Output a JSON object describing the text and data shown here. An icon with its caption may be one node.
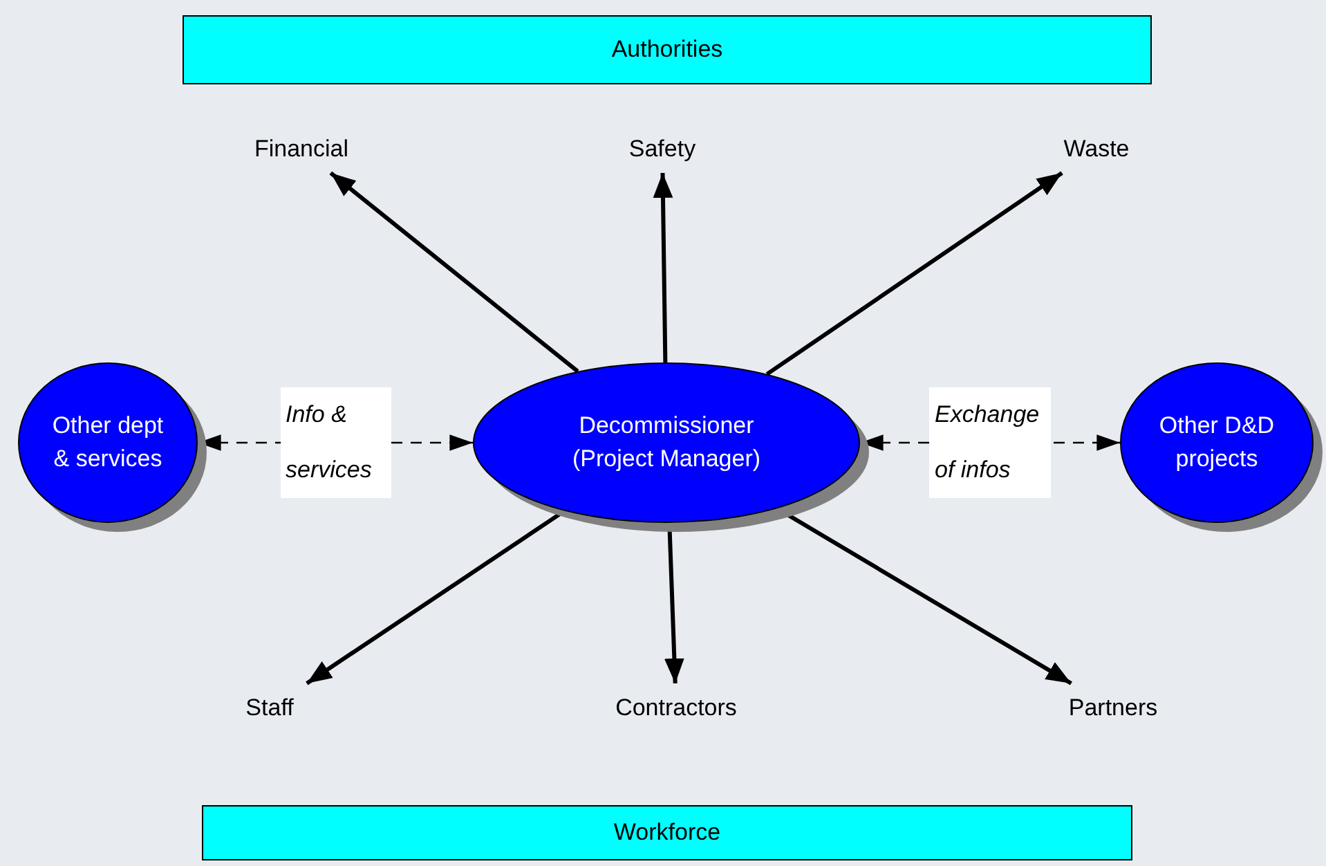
{
  "diagram": {
    "nodes": [
      {
        "text": [
          "Authorities"
        ]
      },
      {
        "text": [
          "Financial"
        ]
      },
      {
        "text": [
          "Safety"
        ]
      },
      {
        "text": [
          "Waste"
        ]
      },
      {
        "text": [
          "Other dept & services"
        ]
      },
      {
        "text": [
          "Decommissioner (Project Manager)"
        ]
      },
      {
        "text": [
          "Other D&D projects"
        ]
      },
      {
        "text": [
          "Staff"
        ]
      },
      {
        "text": [
          "Contractors"
        ]
      },
      {
        "text": [
          "Partners"
        ]
      },
      {
        "text": [
          "Workforce"
        ]
      }
    ],
    "edges": [
      {
        "from": 5,
        "to": 1,
        "arrow": "to"
      },
      {
        "from": 5,
        "to": 2,
        "arrow": "to"
      },
      {
        "from": 5,
        "to": 3,
        "arrow": "to"
      },
      {
        "from": 4,
        "to": 5,
        "arrow": "both",
        "style": "dashed",
        "label": "Info & services"
      },
      {
        "from": 5,
        "to": 6,
        "arrow": "both",
        "style": "dashed",
        "label": "Exchange of infos"
      },
      {
        "from": 5,
        "to": 7,
        "arrow": "to"
      },
      {
        "from": 5,
        "to": 8,
        "arrow": "to"
      },
      {
        "from": 5,
        "to": 9,
        "arrow": "to"
      }
    ]
  }
}
